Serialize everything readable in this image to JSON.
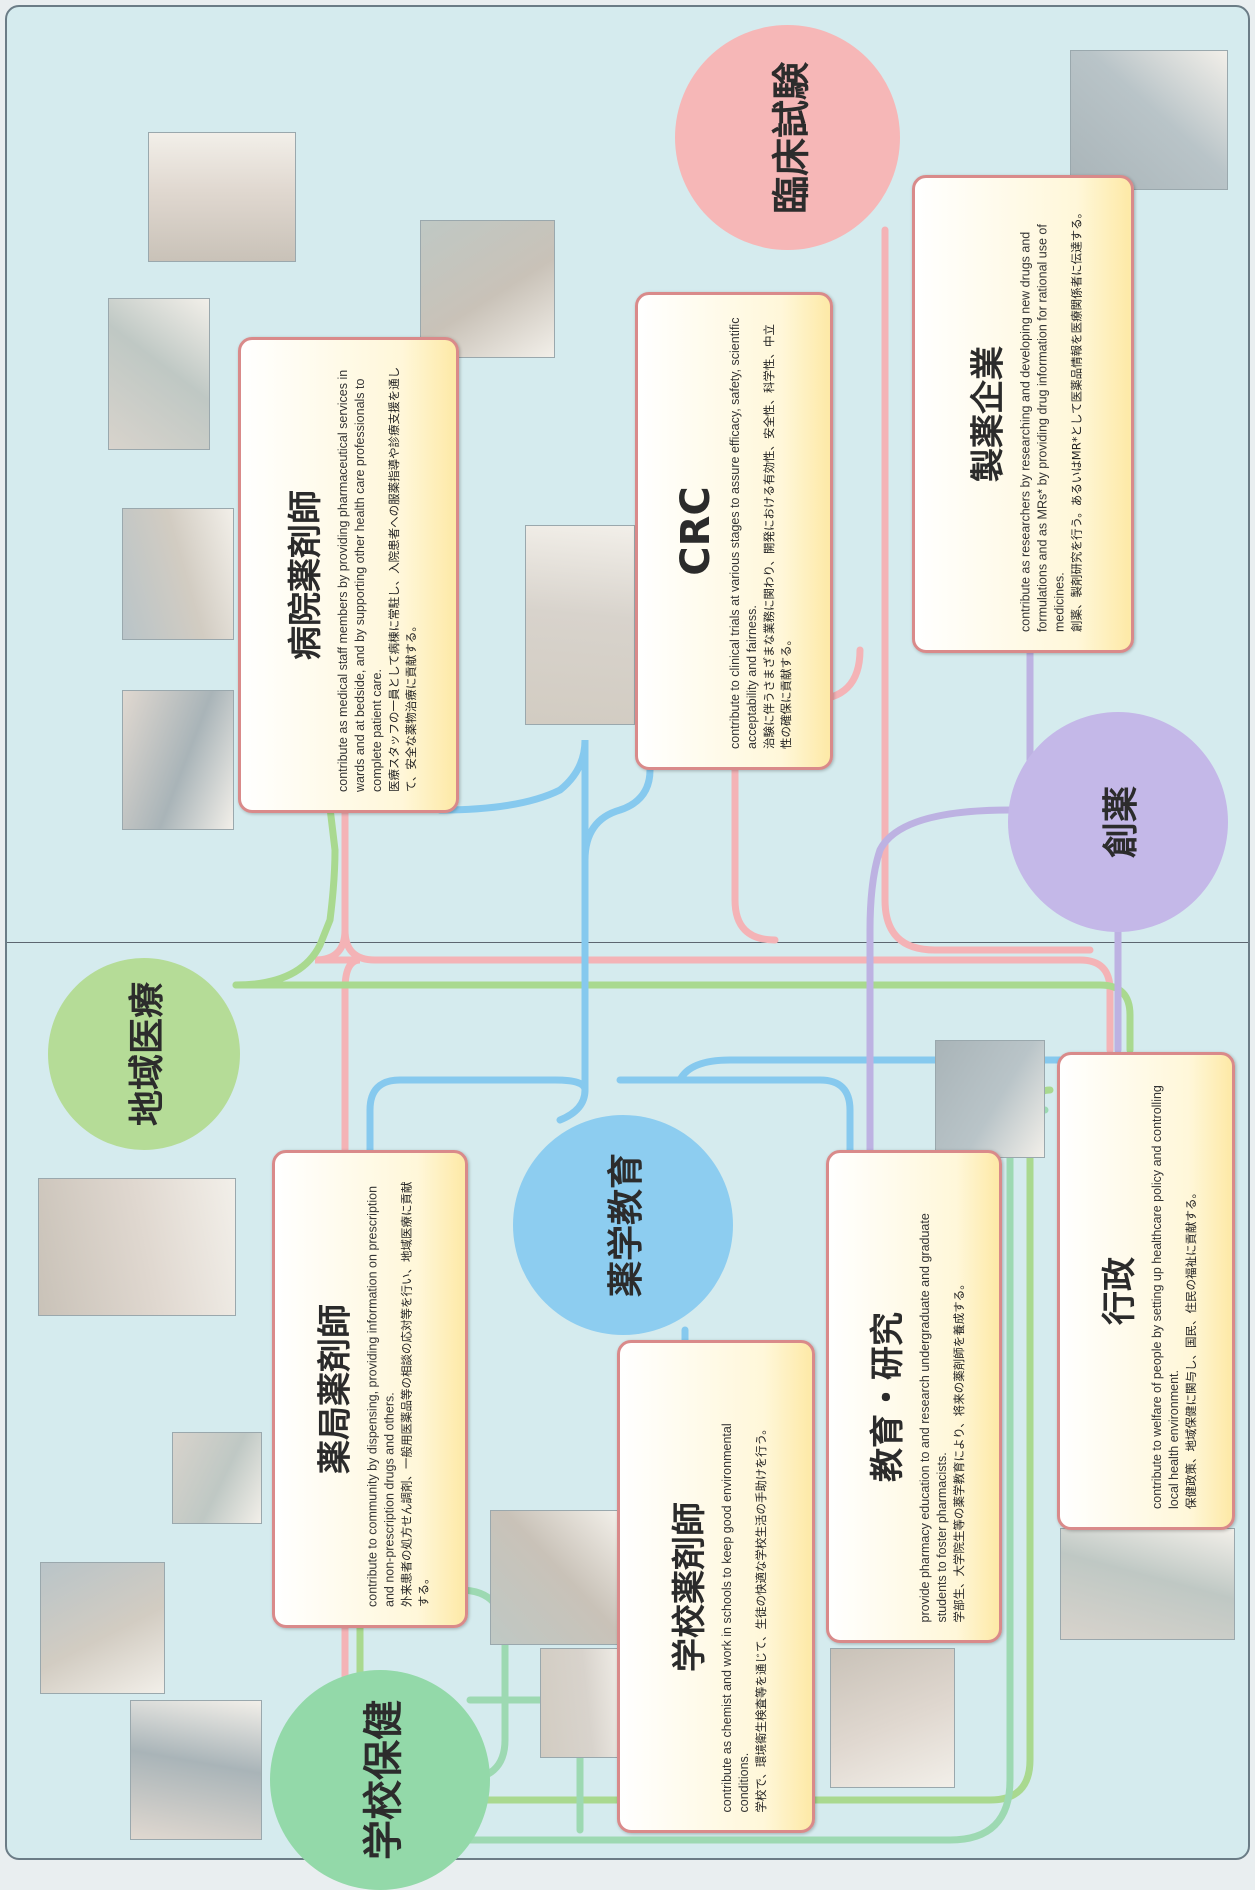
{
  "bubbles": {
    "chiiki_iryo": {
      "label": "地域医療",
      "color": "#b5dc97"
    },
    "gakko_hoken": {
      "label": "学校保健",
      "color": "#93d9a9"
    },
    "yakugaku_kyoiku": {
      "label": "薬学教育",
      "color": "#8dcdf0"
    },
    "rinsho_shiken": {
      "label": "臨床試験",
      "color": "#f6b7b7"
    },
    "soyaku": {
      "label": "創薬",
      "color": "#c4b8e8"
    }
  },
  "cards": {
    "byoin": {
      "title": "病院薬剤師",
      "en": "contribute as medical staff members by providing pharmaceutical services in wards and at bedside, and by supporting other health care professionals to complete patient care.",
      "ja": "医療スタッフの一員として病棟に常駐し、入院患者への服薬指導や診療支援を通して、安全な薬物治療に貢献する。"
    },
    "crc": {
      "title": "CRC",
      "en": "contribute to clinical trials at various stages to assure efficacy, safety, scientific acceptability and fairness.",
      "ja": "治験に伴うさまざまな業務に関わり、開発における有効性、安全性、科学性、中立性の確保に貢献する。"
    },
    "seiyaku": {
      "title": "製薬企業",
      "en": "contribute as researchers by researching and developing new drugs and formulations and as MRs* by providing drug information for rational use of medicines.",
      "ja": "創薬、製剤研究を行う。あるいはMR*として医薬品情報を医療関係者に伝達する。"
    },
    "yakkyoku": {
      "title": "薬局薬剤師",
      "en": "contribute to community by dispensing, providing information on prescription and non-prescription drugs and others.",
      "ja": "外来患者の処方せん調剤、一般用医薬品等の相談の応対等を行い、地域医療に貢献する。"
    },
    "gakko": {
      "title": "学校薬剤師",
      "en": "contribute as chemist and work in schools to keep good environmental conditions.",
      "ja": "学校で、環境衛生検査等を通じて、生徒の快適な学校生活の手助けを行う。"
    },
    "kyoiku": {
      "title": "教育・研究",
      "en": "provide pharmacy education to and research undergraduate and graduate students to foster pharmacists.",
      "ja": "学部生、大学院生等の薬学教育により、将来の薬剤師を養成する。"
    },
    "gyosei": {
      "title": "行政",
      "en": "contribute to welfare of people by setting up healthcare policy and controlling local health environment.",
      "ja": "保健政策、地域保健に関与し、国民、住民の福祉に貢献する。"
    }
  },
  "line_colors": {
    "green": "#a9d98f",
    "teal": "#9dd9b2",
    "blue": "#86c9ee",
    "pink": "#f4b3b6",
    "purple": "#bdb2e2"
  },
  "photos": {
    "scene_colors": [
      "#c9c2b8",
      "#d8d3cc",
      "#b9c4c8",
      "#e0d8d0",
      "#bfc8c4",
      "#d2ccc2",
      "#a9b4b8"
    ]
  }
}
